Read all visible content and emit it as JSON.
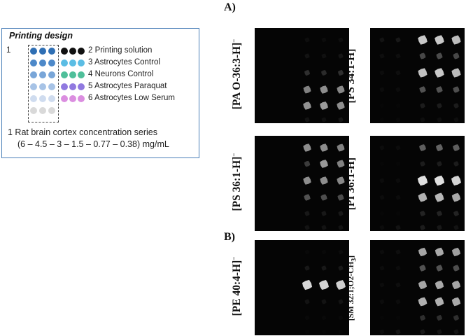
{
  "design": {
    "title": "Printing design",
    "series_number": "1",
    "legend": [
      {
        "label": "2 Printing solution",
        "color": "#111111"
      },
      {
        "label": "3 Astrocytes Control",
        "color": "#5bbde4"
      },
      {
        "label": "4 Neurons Control",
        "color": "#4fbf9a"
      },
      {
        "label": "5 Astrocytes Paraquat",
        "color": "#9079e0"
      },
      {
        "label": "6 Astrocytes Low Serum",
        "color": "#db8ee0"
      }
    ],
    "series_colors": [
      "#2f6fb4",
      "#4d89c9",
      "#79a6d8",
      "#a7c3e6",
      "#cfdcef",
      "#d9d9d9"
    ],
    "note_line1": "1 Rat brain cortex concentration series",
    "note_line2": "(6 – 4.5 – 3 – 1.5 – 0.77 – 0.38) mg/mL"
  },
  "panels": {
    "a_label": "A)",
    "b_label": "B)",
    "images": [
      {
        "ion": "[PA O-36:3-H]",
        "charge": "−",
        "intensities": [
          [
            0,
            0,
            0.06,
            0.05,
            0.06
          ],
          [
            0,
            0,
            0.08,
            0.07,
            0.09
          ],
          [
            0,
            0,
            0.2,
            0.18,
            0.2
          ],
          [
            0,
            0,
            0.55,
            0.6,
            0.58
          ],
          [
            0,
            0,
            0.62,
            0.65,
            0.6
          ],
          [
            0,
            0,
            0.08,
            0.07,
            0.09
          ]
        ]
      },
      {
        "ion": "[PS 34:1-H]",
        "charge": "−",
        "intensities": [
          [
            0.08,
            0.1,
            0.85,
            0.85,
            0.8
          ],
          [
            0.06,
            0.06,
            0.3,
            0.32,
            0.3
          ],
          [
            0.05,
            0.06,
            0.82,
            0.85,
            0.8
          ],
          [
            0.05,
            0.05,
            0.35,
            0.35,
            0.33
          ],
          [
            0.03,
            0.03,
            0.12,
            0.12,
            0.12
          ],
          [
            0.03,
            0.04,
            0.06,
            0.06,
            0.06
          ]
        ]
      },
      {
        "ion": "[PS 36:1-H]",
        "charge": "−",
        "intensities": [
          [
            0,
            0,
            0.6,
            0.6,
            0.55
          ],
          [
            0,
            0,
            0.25,
            0.65,
            0.55
          ],
          [
            0,
            0,
            0.6,
            0.6,
            0.58
          ],
          [
            0,
            0,
            0.35,
            0.33,
            0.32
          ],
          [
            0,
            0,
            0.1,
            0.1,
            0.1
          ],
          [
            0,
            0,
            0.08,
            0.08,
            0.08
          ]
        ]
      },
      {
        "ion": "[PI 36:1-H]",
        "charge": "−",
        "intensities": [
          [
            0.05,
            0.05,
            0.4,
            0.42,
            0.4
          ],
          [
            0.03,
            0.03,
            0.12,
            0.12,
            0.12
          ],
          [
            0.05,
            0.05,
            0.95,
            0.95,
            0.9
          ],
          [
            0.05,
            0.05,
            0.75,
            0.78,
            0.72
          ],
          [
            0.03,
            0.03,
            0.15,
            0.15,
            0.15
          ],
          [
            0.05,
            0.08,
            0.12,
            0.1,
            0.08
          ]
        ]
      },
      {
        "ion": "[PE 40:4-H]",
        "charge": "−",
        "intensities": [
          [
            0,
            0,
            0.04,
            0.04,
            0.05
          ],
          [
            0,
            0,
            0.1,
            0.1,
            0.1
          ],
          [
            0,
            0,
            0.92,
            0.9,
            0.88
          ],
          [
            0,
            0,
            0.08,
            0.08,
            0.08
          ],
          [
            0,
            0,
            0.04,
            0.04,
            0.04
          ],
          [
            0,
            0,
            0.03,
            0.03,
            0.03
          ]
        ]
      },
      {
        "ion": "[SM 32:1;O2-CH",
        "ion_sub": "3",
        "ion_tail": "]",
        "charge": "−",
        "intensities": [
          [
            0.05,
            0.06,
            0.7,
            0.72,
            0.68
          ],
          [
            0.05,
            0.05,
            0.35,
            0.35,
            0.33
          ],
          [
            0.05,
            0.06,
            0.7,
            0.72,
            0.7
          ],
          [
            0.05,
            0.05,
            0.75,
            0.75,
            0.72
          ],
          [
            0.03,
            0.03,
            0.2,
            0.2,
            0.2
          ],
          [
            0.05,
            0.08,
            0.1,
            0.08,
            0.08
          ]
        ]
      }
    ]
  }
}
